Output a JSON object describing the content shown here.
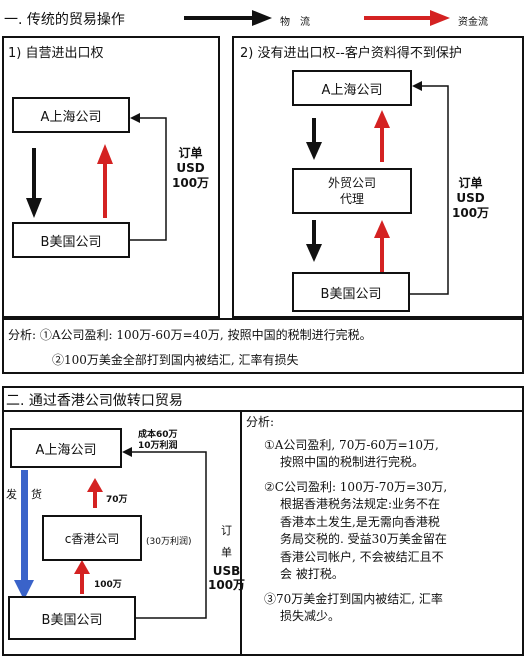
{
  "header": {
    "title": "一. 传统的贸易操作",
    "legend_goods": "物　流",
    "legend_funds": "资金流"
  },
  "panel_left": {
    "title": "1) 自营进出口权",
    "box_top": "A上海公司",
    "box_bottom": "B美国公司",
    "order_line1": "订单",
    "order_line2": "USD",
    "order_line3": "100万"
  },
  "panel_right": {
    "title": "2) 没有进出口权--客户资料得不到保护",
    "box_top": "A上海公司",
    "box_mid_line1": "外贸公司",
    "box_mid_line2": "代理",
    "box_bottom": "B美国公司",
    "order_line1": "订单",
    "order_line2": "USD",
    "order_line3": "100万"
  },
  "analysis1": {
    "line1": "分析: ①A公司盈利: 100万-60万=40万, 按照中国的税制进行完税。",
    "line2": "②100万美金全部打到国内被结汇, 汇率有损失"
  },
  "section2": {
    "title": "二. 通过香港公司做转口贸易",
    "box_top": "A上海公司",
    "box_mid": "c香港公司",
    "box_bottom": "B美国公司",
    "cost_line1": "成本60万",
    "cost_line2": "10万利润",
    "amount_70": "70万",
    "amount_100": "100万",
    "hk_profit": "(30万利润)",
    "ship_label": "发货",
    "order_line1": "订",
    "order_line2": "单",
    "order_line3": "USB",
    "order_line4": "100万"
  },
  "analysis2": {
    "heading": "分析:",
    "p1_line1": "①A公司盈利, 70万-60万=10万,",
    "p1_line2": "按照中国的税制进行完税。",
    "p2_line1": "②C公司盈利: 100万-70万=30万,",
    "p2_line2": "根据香港税务法规定:业务不在",
    "p2_line3": "香港本土发生,是无需向香港税",
    "p2_line4": "务局交税的. 受益30万美金留在",
    "p2_line5": "香港公司帐户, 不会被结汇且不",
    "p2_line6": "会 被打税。",
    "p3_line1": "③70万美金打到国内被结汇, 汇率",
    "p3_line2": "损失减少。"
  },
  "colors": {
    "goods_arrow": "#111111",
    "funds_arrow": "#d42222",
    "ship_arrow": "#3a63c9"
  }
}
